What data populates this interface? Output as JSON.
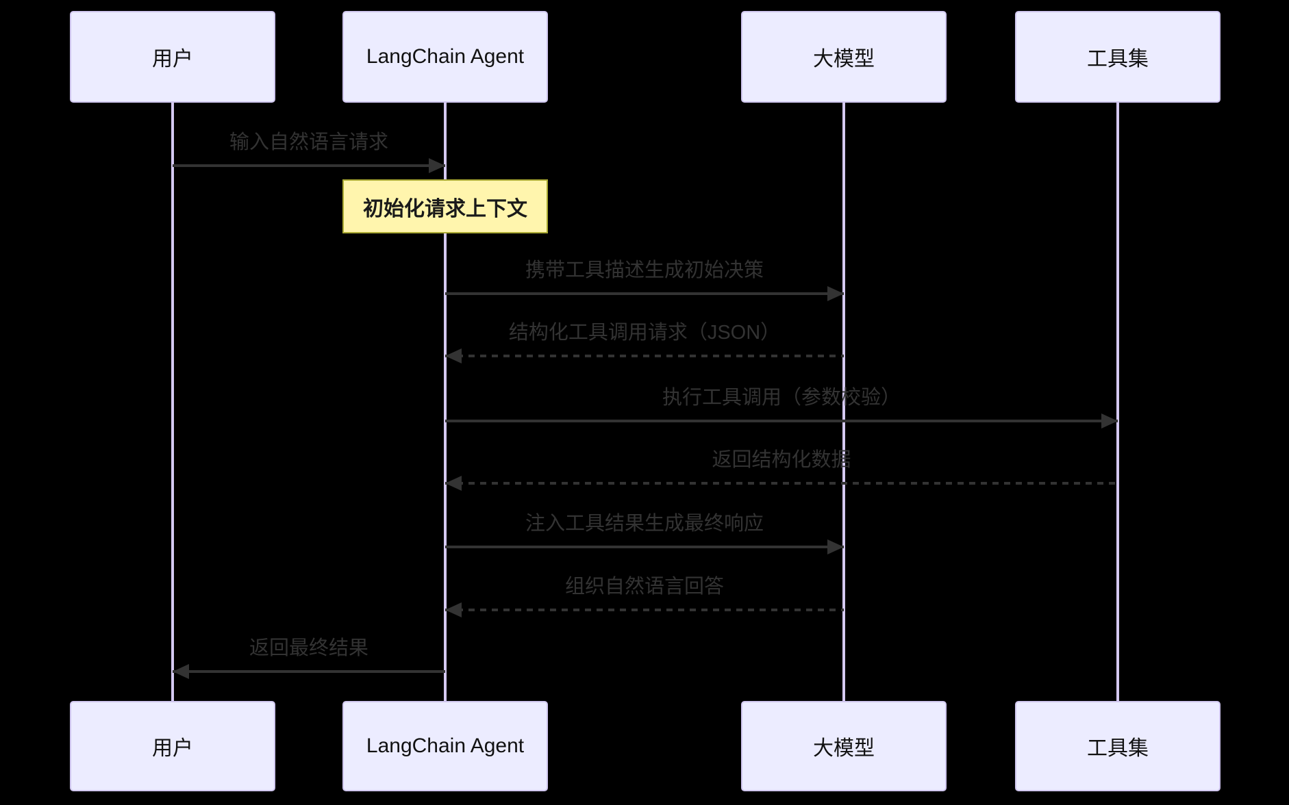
{
  "diagram": {
    "type": "sequence-diagram",
    "title": "LangChain Agent tool-calling sequence"
  },
  "colors": {
    "bg": "#000000",
    "actor_fill": "#ECECFF",
    "actor_border": "#CFC6EE",
    "actor_text": "#111111",
    "lifeline": "#D5C9F2",
    "message": "#333333",
    "note_fill": "#FFF5AD",
    "note_border": "#AAAA33",
    "note_text": "#1A1A1A"
  },
  "actors": [
    {
      "label": "用户"
    },
    {
      "label": "LangChain Agent"
    },
    {
      "label": "大模型"
    },
    {
      "label": "工具集"
    }
  ],
  "note": {
    "over": "LangChain Agent",
    "text": "初始化请求上下文"
  },
  "messages": [
    {
      "from": "用户",
      "to": "LangChain Agent",
      "text": "输入自然语言请求",
      "line": "solid",
      "direction": "right"
    },
    {
      "from": "LangChain Agent",
      "to": "大模型",
      "text": "携带工具描述生成初始决策",
      "line": "solid",
      "direction": "right"
    },
    {
      "from": "大模型",
      "to": "LangChain Agent",
      "text": "结构化工具调用请求（JSON）",
      "line": "dashed",
      "direction": "left"
    },
    {
      "from": "LangChain Agent",
      "to": "工具集",
      "text": "执行工具调用（参数校验）",
      "line": "solid",
      "direction": "right"
    },
    {
      "from": "工具集",
      "to": "LangChain Agent",
      "text": "返回结构化数据",
      "line": "dashed",
      "direction": "left"
    },
    {
      "from": "LangChain Agent",
      "to": "大模型",
      "text": "注入工具结果生成最终响应",
      "line": "solid",
      "direction": "right"
    },
    {
      "from": "大模型",
      "to": "LangChain Agent",
      "text": "组织自然语言回答",
      "line": "dashed",
      "direction": "left"
    },
    {
      "from": "LangChain Agent",
      "to": "用户",
      "text": "返回最终结果",
      "line": "solid",
      "direction": "left"
    }
  ]
}
